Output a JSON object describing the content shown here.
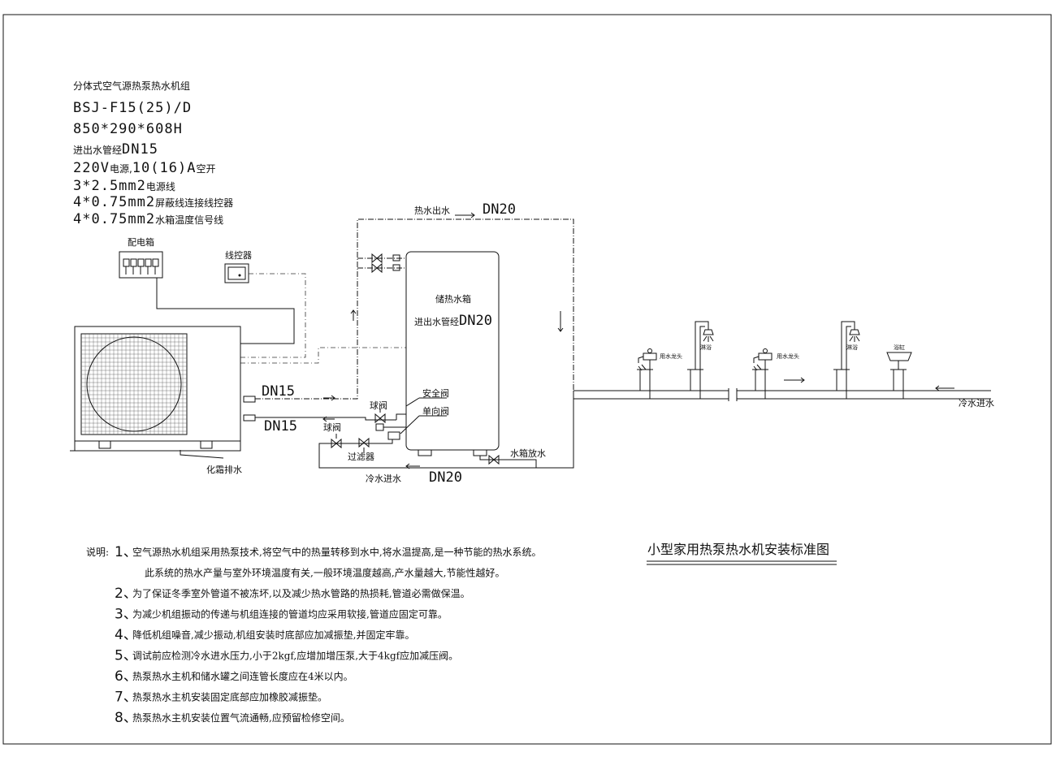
{
  "spec": {
    "title": "分体式空气源热泵热水机组",
    "model": "BSJ-F15(25)/D",
    "size": "850*290*608H",
    "pipe_prefix": "进出水管经",
    "pipe_value": "DN15",
    "power_big": "220V",
    "power_small1": "电源,",
    "power_big2": "10(16)A",
    "power_small2": "空开",
    "cable1_big": "3*2.5mm2",
    "cable1_small": "电源线",
    "cable2_big": "4*0.75mm2",
    "cable2_small": "屏蔽线连接线控器",
    "cable3_big": "4*0.75mm2",
    "cable3_small": "水箱温度信号线"
  },
  "labels": {
    "distribution_box": "配电箱",
    "wire_controller": "线控器",
    "hot_water_out": "热水出水",
    "dn20_top": "DN20",
    "tank": "储热水箱",
    "tank_pipe_prefix": "进出水管经",
    "tank_pipe_value": "DN20",
    "dn15_upper": "DN15",
    "dn15_lower": "DN15",
    "ball_valve1": "球阀",
    "ball_valve2": "球阀",
    "safety_valve": "安全阀",
    "check_valve": "单向阀",
    "filter": "过滤器",
    "tank_drain": "水箱放水",
    "cold_in_bottom": "冷水进水",
    "dn20_bottom": "DN20",
    "defrost_drain": "化霜排水",
    "faucet1": "用水龙头",
    "shower1": "淋浴",
    "faucet2": "用水龙头",
    "shower2": "淋浴",
    "basin": "浴缸",
    "cold_in_right": "冷水进水"
  },
  "notes": {
    "prefix": "说明:",
    "items": [
      {
        "num": "1、",
        "text": "空气源热水机组采用热泵技术,将空气中的热量转移到水中,将水温提高,是一种节能的热水系统。"
      },
      {
        "num": "",
        "text": "此系统的热水产量与室外环境温度有关,一般环境温度越高,产水量越大,节能性越好。"
      },
      {
        "num": "2、",
        "text": "为了保证冬季室外管道不被冻坏,以及减少热水管路的热损耗,管道必需做保温。"
      },
      {
        "num": "3、",
        "text": "为减少机组振动的传递与机组连接的管道均应采用软接,管道应固定可靠。"
      },
      {
        "num": "4、",
        "text": "降低机组噪音,减少振动,机组安装时底部应加减振垫,并固定牢靠。"
      },
      {
        "num": "5、",
        "text": "调试前应检测冷水进水压力,小于2kgf,应增加增压泵,大于4kgf应加减压阀。"
      },
      {
        "num": "6、",
        "text": "热泵热水主机和储水罐之间连管长度应在4米以内。"
      },
      {
        "num": "7、",
        "text": "热泵热水主机安装固定底部应加橡胶减振垫。"
      },
      {
        "num": "8、",
        "text": "热泵热水主机安装位置气流通畅,应预留检修空间。"
      }
    ]
  },
  "drawing_title": "小型家用热泵热水机安装标准图"
}
